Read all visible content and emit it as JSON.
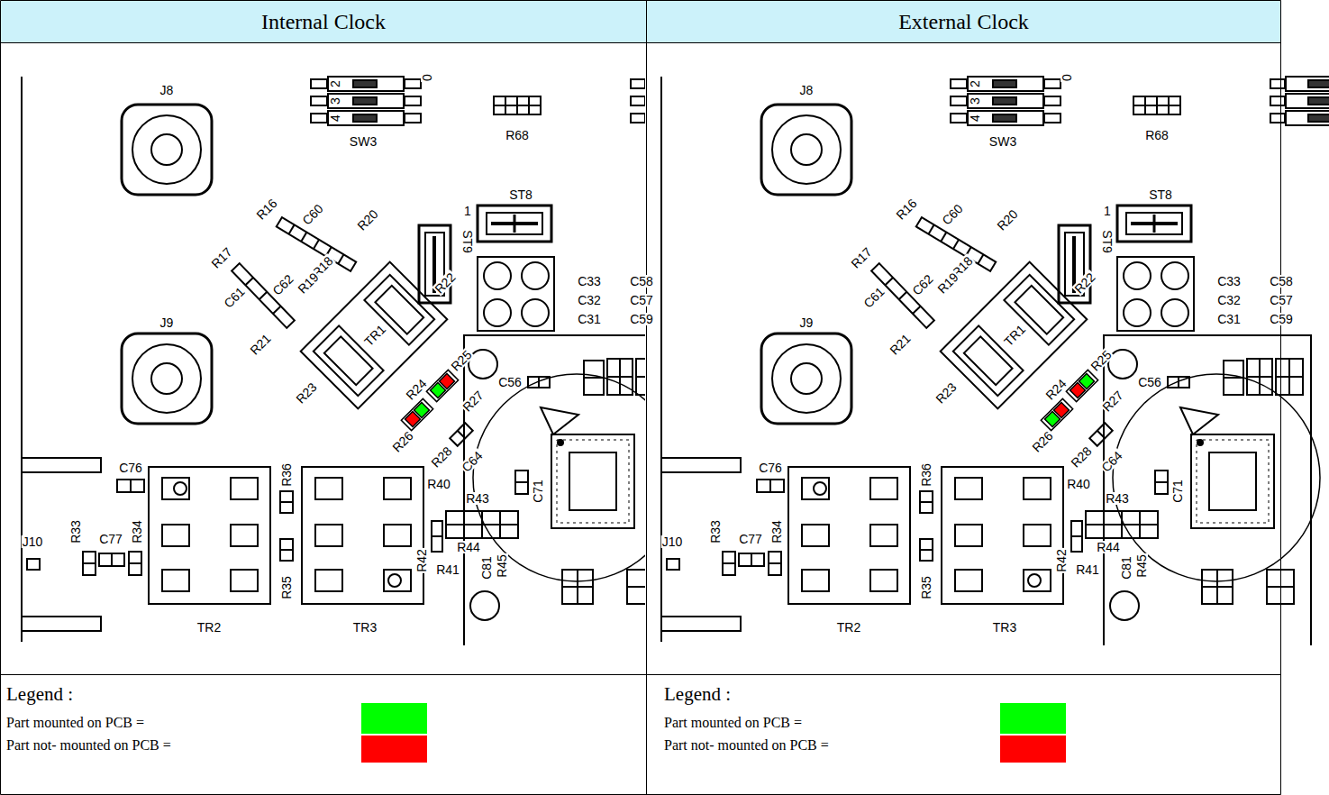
{
  "diagram": {
    "nodes": [
      {
        "text": [
          "Internal Clock"
        ]
      },
      {
        "text": [
          "External Clock"
        ]
      }
    ],
    "labels": [
      "J8",
      "SW3",
      "2",
      "3",
      "4",
      "0",
      "R68",
      "ST8",
      "1",
      "ST9",
      "R16",
      "C60",
      "R20",
      "R18",
      "R17",
      "C62",
      "R19",
      "C61",
      "R22",
      "J9",
      "R21",
      "TR1",
      "R23",
      "R24",
      "R25",
      "R27",
      "C56",
      "C33",
      "C58",
      "C32",
      "C57",
      "C31",
      "C59",
      "R26",
      "R28",
      "C64",
      "C76",
      "R36",
      "R40",
      "R43",
      "C71",
      "J10",
      "R33",
      "C77",
      "R34",
      "R35",
      "R41",
      "R42",
      "R44",
      "C81",
      "R45",
      "TR2",
      "TR3",
      "Legend :",
      "J8",
      "SW3",
      "2",
      "3",
      "4",
      "0",
      "R68",
      "ST8",
      "1",
      "ST9",
      "R16",
      "C60",
      "R20",
      "R18",
      "R17",
      "C62",
      "R19",
      "C61",
      "R22",
      "J9",
      "R21",
      "TR1",
      "R23",
      "R24",
      "R25",
      "R27",
      "C56",
      "C33",
      "C58",
      "C32",
      "C57",
      "C31",
      "C59",
      "R26",
      "R28",
      "C64",
      "C76",
      "R36",
      "R40",
      "R43",
      "C71",
      "J10",
      "R33",
      "C77",
      "R34",
      "R35",
      "R41",
      "R42",
      "R44",
      "C81",
      "R45",
      "TR2",
      "TR3",
      "Legend :"
    ],
    "legend": [
      {
        "text": "Part mounted on PCB =",
        "color": "#00ff00"
      },
      {
        "text": "Part not- mounted on PCB =",
        "color": "#ff0000"
      },
      {
        "text": "Part mounted on PCB =",
        "color": "#00ff00"
      },
      {
        "text": "Part not- mounted on PCB =",
        "color": "#ff0000"
      }
    ]
  }
}
